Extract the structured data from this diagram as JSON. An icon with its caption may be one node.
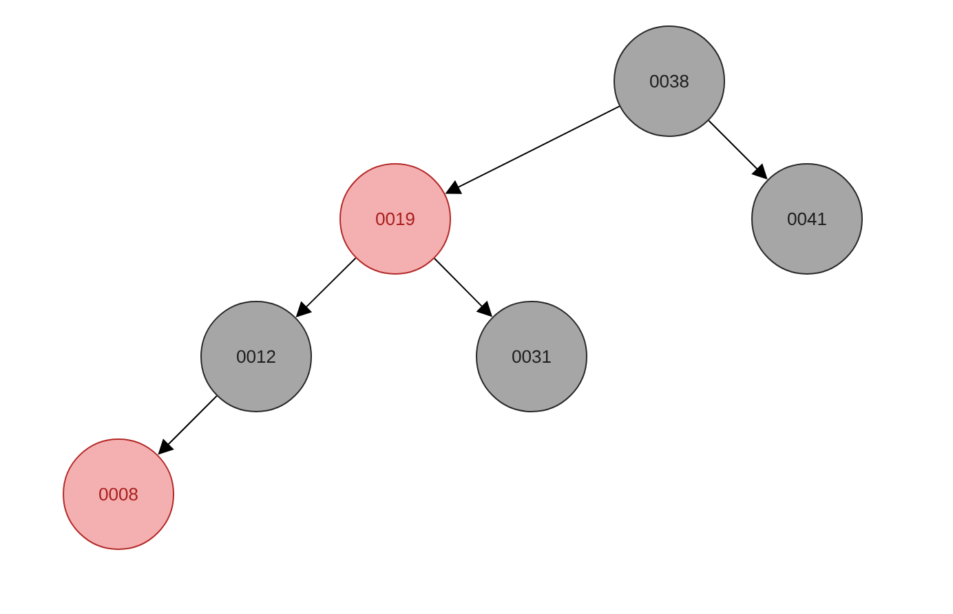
{
  "diagram": {
    "nodes": [
      {
        "text": [
          "0038"
        ]
      },
      {
        "text": [
          "0019"
        ]
      },
      {
        "text": [
          "0041"
        ]
      },
      {
        "text": [
          "0012"
        ]
      },
      {
        "text": [
          "0031"
        ]
      },
      {
        "text": [
          "0008"
        ]
      }
    ],
    "edges": [
      {
        "from": 0,
        "to": 1,
        "arrow": "to"
      },
      {
        "from": 0,
        "to": 2,
        "arrow": "to"
      },
      {
        "from": 1,
        "to": 3,
        "arrow": "to"
      },
      {
        "from": 1,
        "to": 4,
        "arrow": "to"
      },
      {
        "from": 3,
        "to": 5,
        "arrow": "to"
      }
    ]
  }
}
